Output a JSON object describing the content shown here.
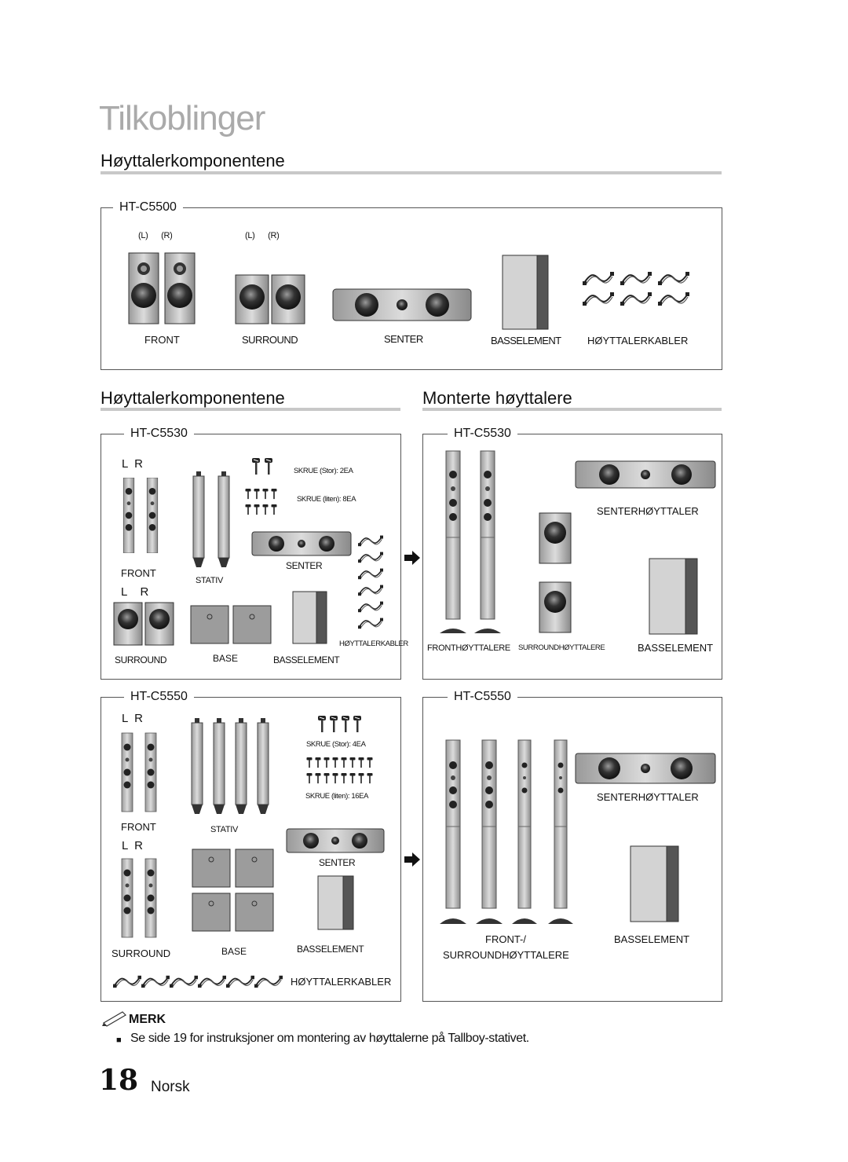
{
  "page_title": "Tilkoblinger",
  "section1": {
    "heading": "Høyttalerkomponentene",
    "model": "HT-C5500",
    "lr1": "(L)      (R)",
    "lr2": "(L)      (R)",
    "labels": {
      "front": "FRONT",
      "surround": "SURROUND",
      "senter": "SENTER",
      "basselement": "BASSELEMENT",
      "cables": "HØYTTALERKABLER"
    }
  },
  "section2": {
    "heading": "Høyttalerkomponentene",
    "model": "HT-C5530",
    "lr_front": "L  R",
    "lr_surround": "L    R",
    "screw_large": "SKRUE (Stor): 2EA",
    "screw_small": "SKRUE (liten): 8EA",
    "labels": {
      "front": "FRONT",
      "stativ": "STATIV",
      "senter": "SENTER",
      "surround": "SURROUND",
      "base": "BASE",
      "basselement": "BASSELEMENT",
      "cables": "HØYTTALERKABLER"
    }
  },
  "section3": {
    "heading": "Monterte høyttalere",
    "model": "HT-C5530",
    "labels": {
      "center": "SENTERHØYTTALER",
      "front": "FRONTHØYTTALERE",
      "surround": "SURROUNDHØYTTALERE",
      "basselement": "BASSELEMENT"
    }
  },
  "section4": {
    "model": "HT-C5550",
    "lr_front": "L  R",
    "lr_surround": "L  R",
    "screw_large": "SKRUE (Stor): 4EA",
    "screw_small": "SKRUE (liten): 16EA",
    "labels": {
      "front": "FRONT",
      "stativ": "STATIV",
      "senter": "SENTER",
      "surround": "SURROUND",
      "base": "BASE",
      "basselement": "BASSELEMENT",
      "cables": "HØYTTALERKABLER"
    }
  },
  "section5": {
    "model": "HT-C5550",
    "labels": {
      "center": "SENTERHØYTTALER",
      "front_surround_1": "FRONT-/",
      "front_surround_2": "SURROUNDHØYTTALERE",
      "basselement": "BASSELEMENT"
    }
  },
  "note": {
    "title": "MERK",
    "text": "Se side 19 for instruksjoner om montering av høyttalerne på Tallboy-stativet."
  },
  "footer": {
    "page_number": "18",
    "language": "Norsk"
  }
}
